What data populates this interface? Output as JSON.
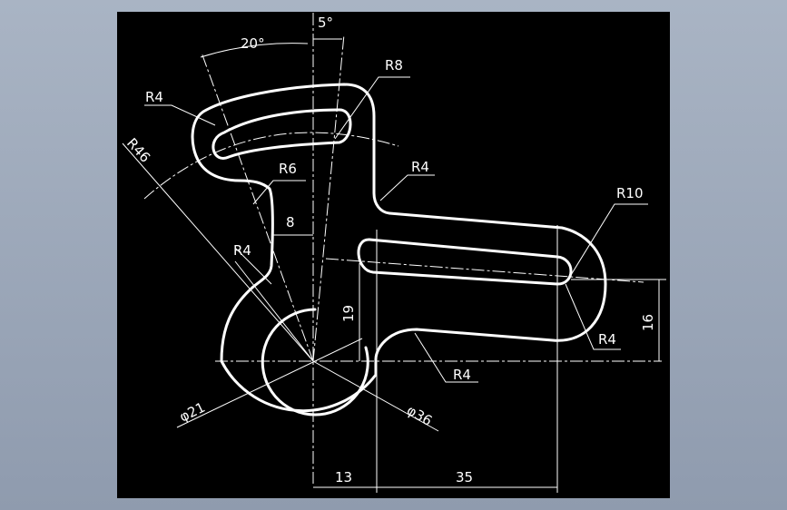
{
  "drawing": {
    "angle_5": "5°",
    "angle_20": "20°",
    "r8": "R8",
    "r4_upper_left": "R4",
    "r46": "R46",
    "r6": "R6",
    "r4_upper_right": "R4",
    "r10": "R10",
    "dim_8": "8",
    "r4_left": "R4",
    "dim_19": "19",
    "dim_16": "16",
    "r4_right": "R4",
    "r4_lower": "R4",
    "dia_21": "φ21",
    "dia_36": "φ36",
    "dim_13": "13",
    "dim_35": "35"
  }
}
